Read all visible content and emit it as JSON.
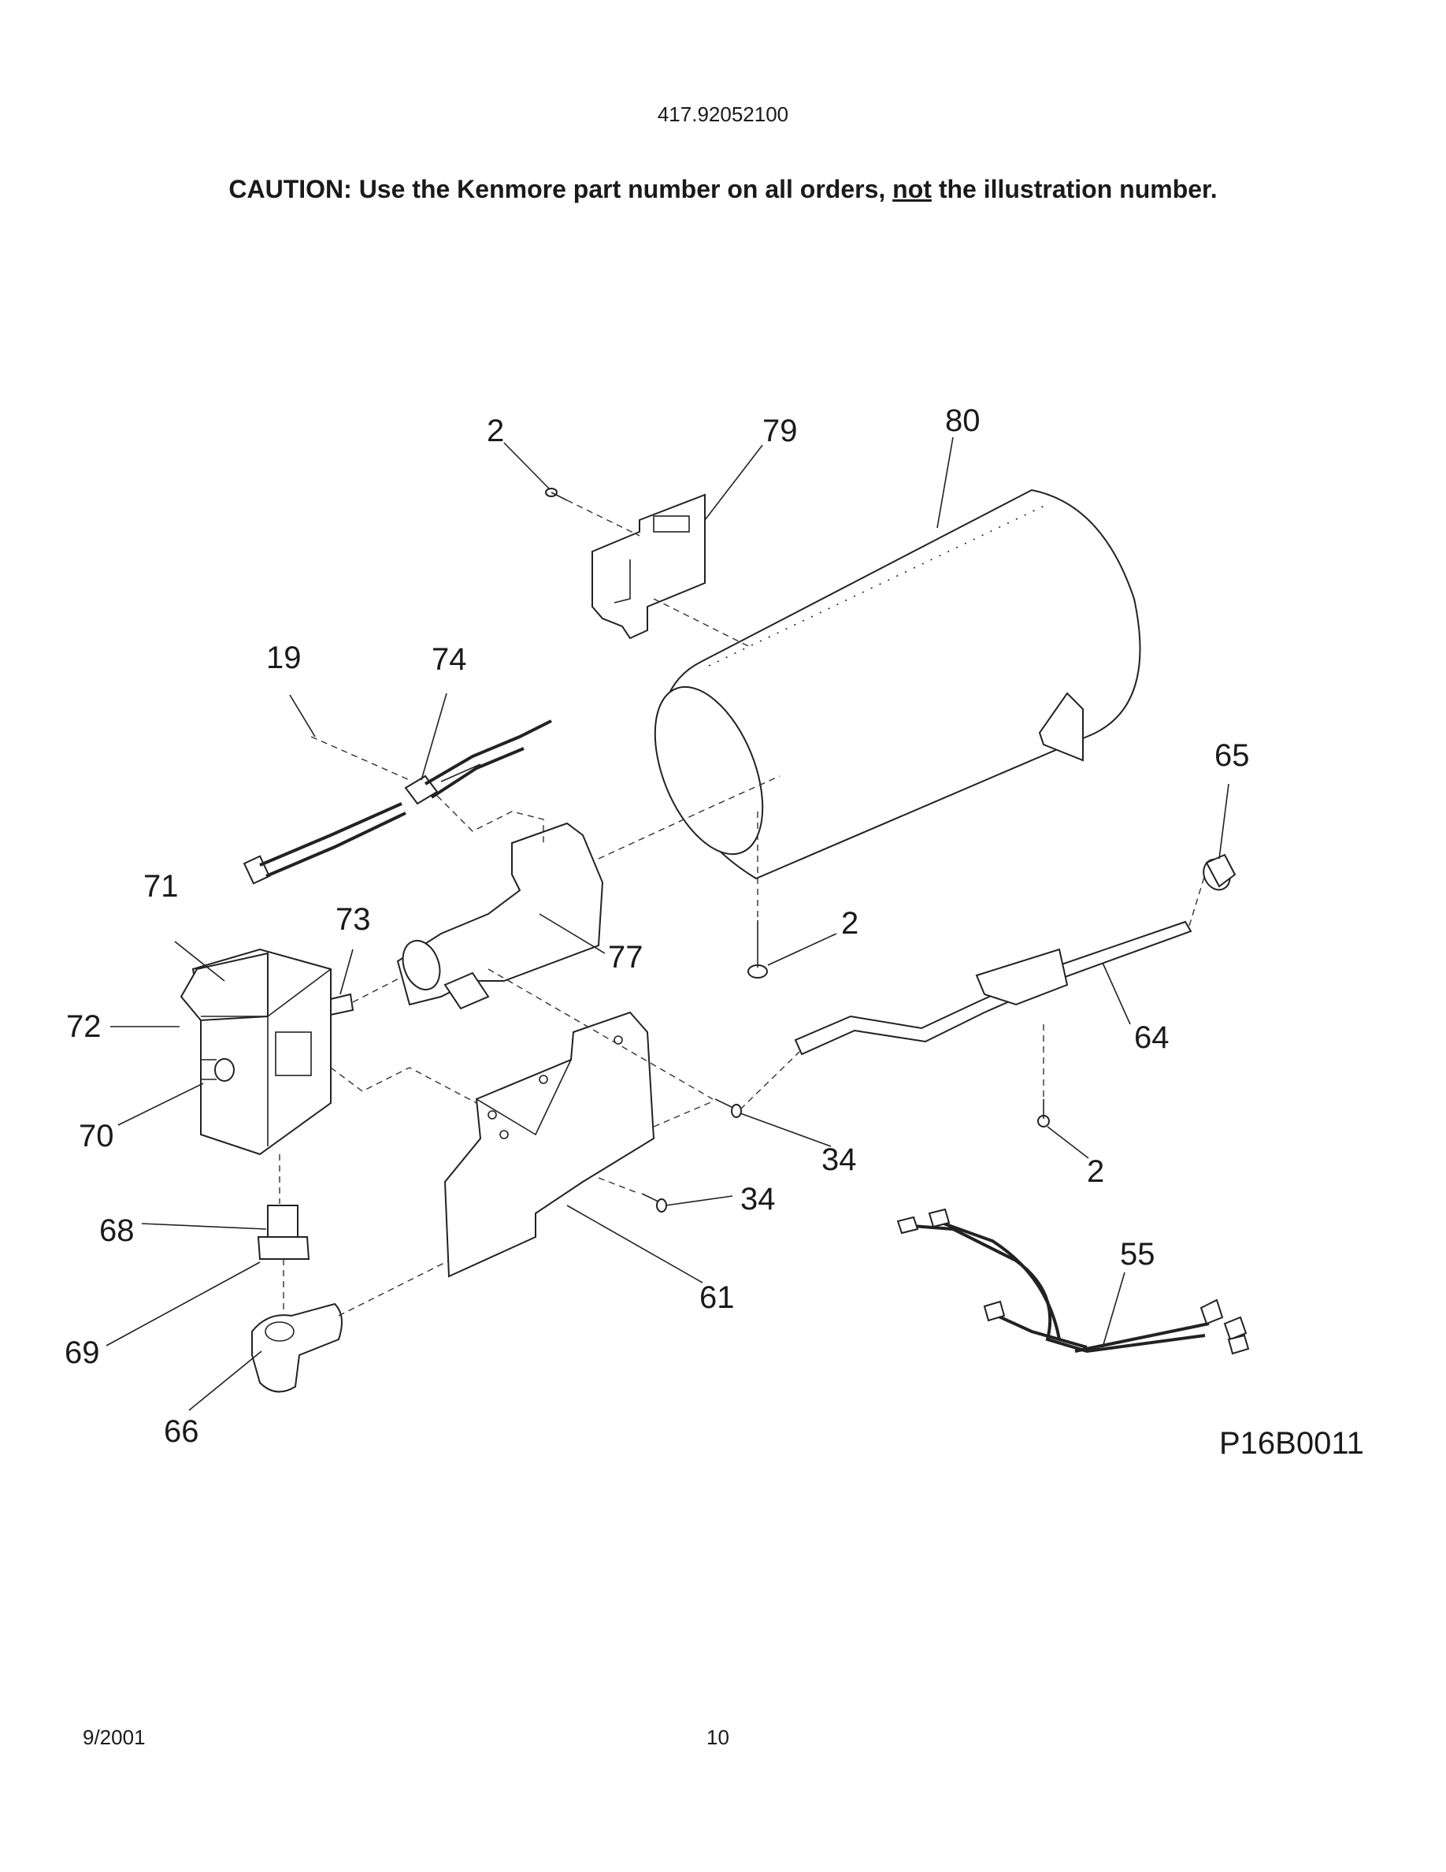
{
  "header": {
    "model_number": "417.92052100",
    "caution_prefix": "CAUTION: Use the Kenmore part number on all orders, ",
    "caution_emphasis": "not",
    "caution_suffix": " the illustration number."
  },
  "diagram": {
    "figure_id": "P16B0011",
    "callouts": [
      "2",
      "79",
      "80",
      "19",
      "74",
      "65",
      "71",
      "73",
      "77",
      "2",
      "72",
      "64",
      "70",
      "34",
      "2",
      "34",
      "68",
      "55",
      "61",
      "69",
      "66"
    ]
  },
  "footer": {
    "date": "9/2001",
    "page_number": "10"
  }
}
